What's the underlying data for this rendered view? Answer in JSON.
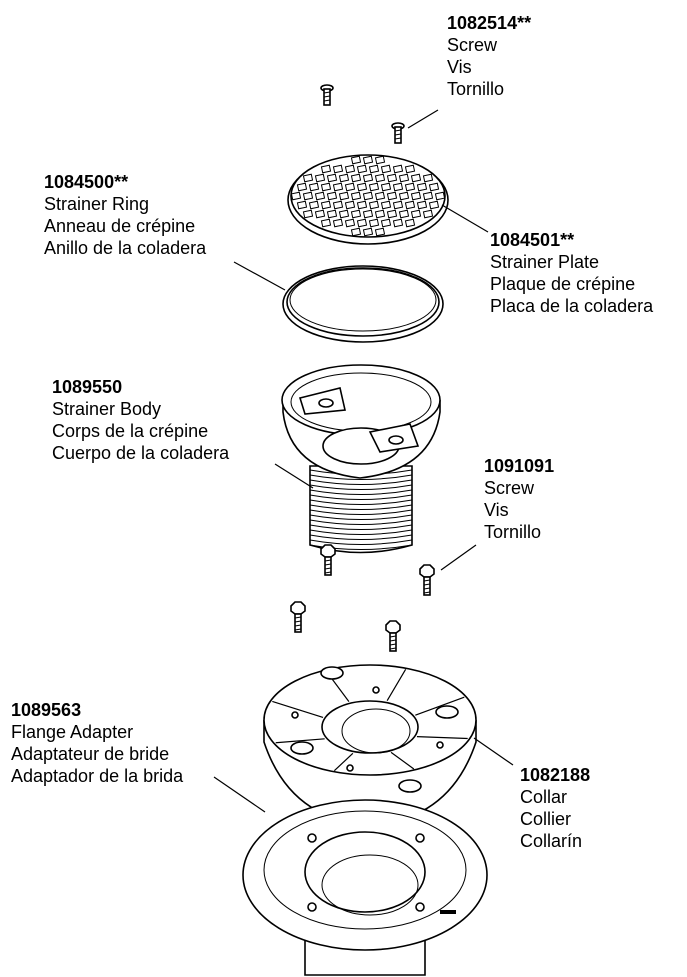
{
  "parts": [
    {
      "id": "screw-top",
      "number": "1082514**",
      "names": [
        "Screw",
        "Vis",
        "Tornillo"
      ]
    },
    {
      "id": "strainer-ring",
      "number": "1084500**",
      "names": [
        "Strainer Ring",
        "Anneau de crépine",
        "Anillo de la coladera"
      ]
    },
    {
      "id": "strainer-plate",
      "number": "1084501**",
      "names": [
        "Strainer Plate",
        "Plaque de crépine",
        "Placa de la coladera"
      ]
    },
    {
      "id": "strainer-body",
      "number": "1089550",
      "names": [
        "Strainer Body",
        "Corps de la crépine",
        "Cuerpo de la coladera"
      ]
    },
    {
      "id": "screw-mid",
      "number": "1091091",
      "names": [
        "Screw",
        "Vis",
        "Tornillo"
      ]
    },
    {
      "id": "flange-adapter",
      "number": "1089563",
      "names": [
        "Flange Adapter",
        "Adaptateur de bride",
        "Adaptador de la brida"
      ]
    },
    {
      "id": "collar",
      "number": "1082188",
      "names": [
        "Collar",
        "Collier",
        "Collarín"
      ]
    }
  ]
}
